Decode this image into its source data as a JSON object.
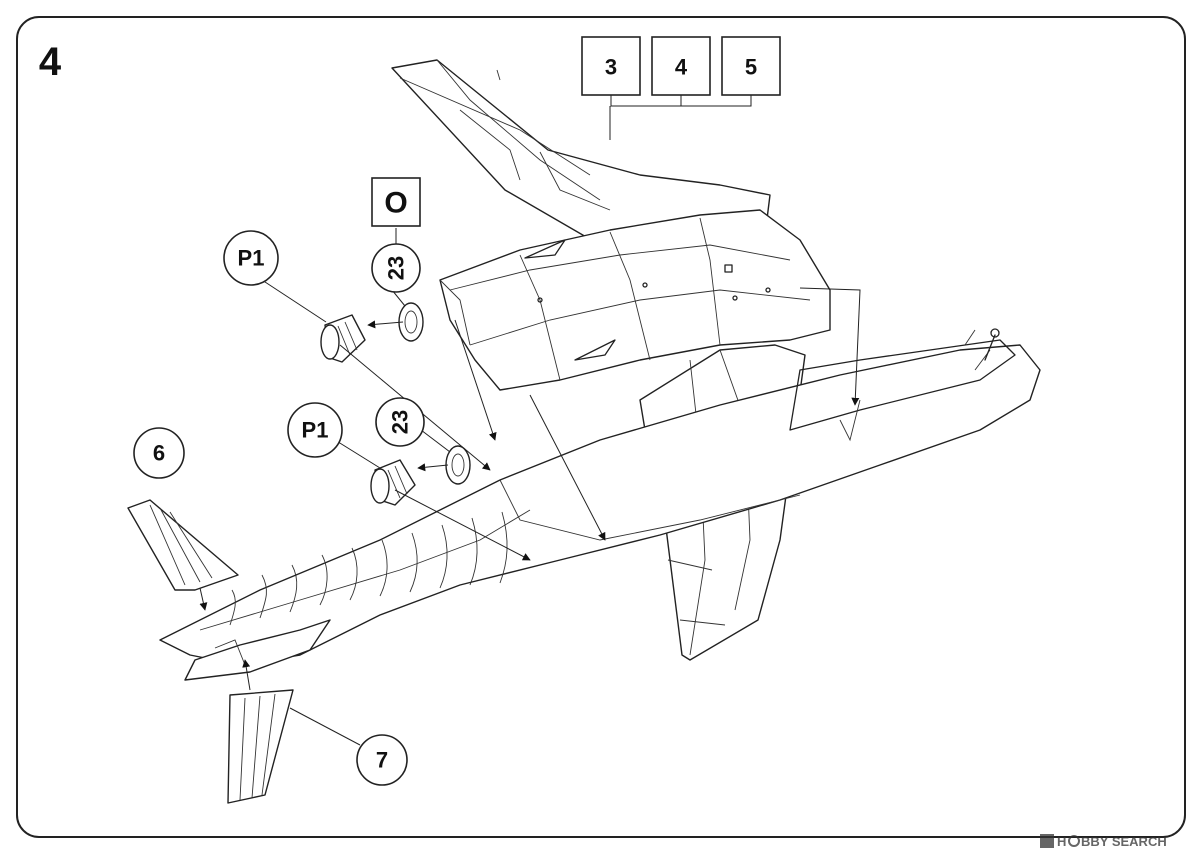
{
  "step": {
    "number": "4"
  },
  "reference_steps": [
    "3",
    "4",
    "5"
  ],
  "option_label": "O",
  "callouts": {
    "p1_upper": "P1",
    "p1_lower": "P1",
    "part23_upper": "23",
    "part23_lower": "23",
    "part6": "6",
    "part7": "7"
  },
  "watermark": {
    "brand_left": "H",
    "brand_right": "BBY SEARCH",
    "logo_icon": "hobby-search-logo-icon"
  }
}
